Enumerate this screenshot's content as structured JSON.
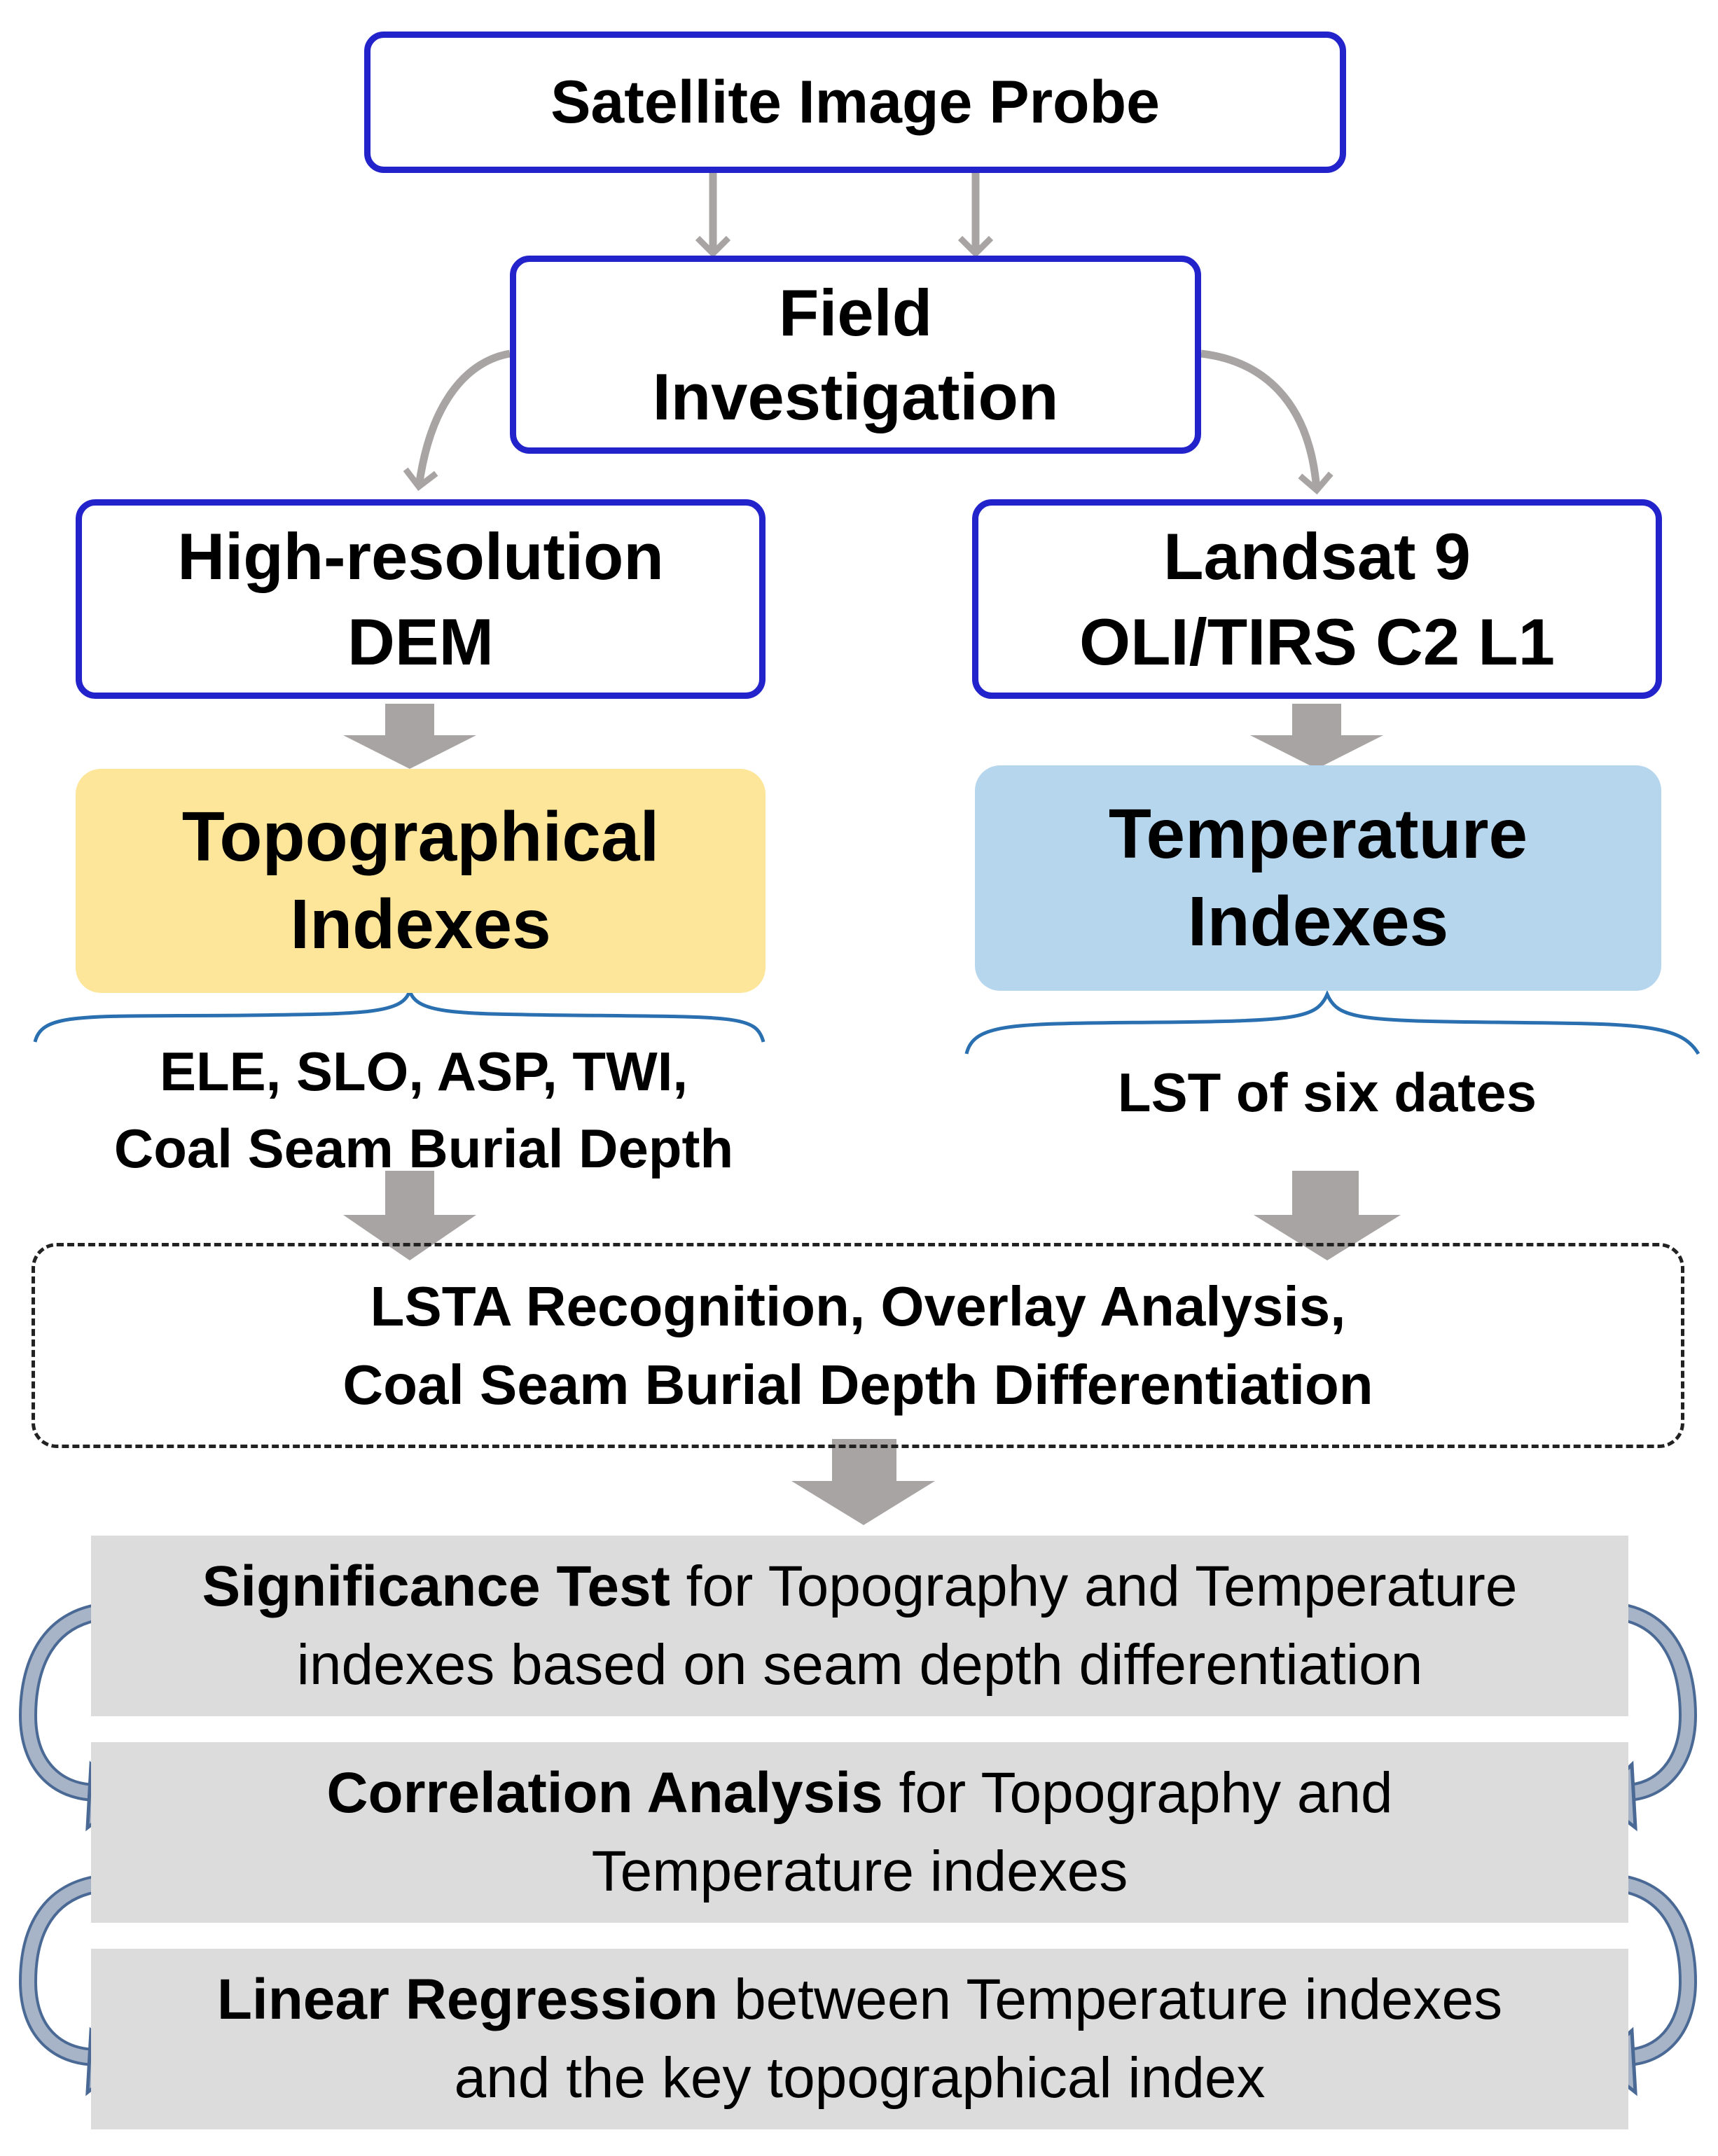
{
  "satellite": {
    "label": "Satellite Image Probe"
  },
  "field": {
    "line1": "Field",
    "line2": "Investigation"
  },
  "dem": {
    "line1": "High-resolution",
    "line2": "DEM"
  },
  "landsat": {
    "line1": "Landsat 9",
    "line2": "OLI/TIRS C2 L1"
  },
  "topo": {
    "line1": "Topographical",
    "line2": "Indexes",
    "color": "#fde699"
  },
  "temp": {
    "line1": "Temperature",
    "line2": "Indexes",
    "color": "#b6d6ee"
  },
  "topo_items": {
    "line1": "ELE, SLO, ASP, TWI,",
    "line2": "Coal Seam Burial Depth"
  },
  "temp_items": {
    "line1": "LST of six dates"
  },
  "analysis": {
    "line1": "LSTA Recognition, Overlay Analysis,",
    "line2": "Coal Seam Burial Depth Differentiation"
  },
  "steps": [
    {
      "bold": "Significance Test",
      "rest1": " for Topography and Temperature",
      "line2": "indexes based on seam depth differentiation"
    },
    {
      "bold": "Correlation Analysis",
      "rest1": " for Topography and",
      "line2": "Temperature indexes"
    },
    {
      "bold": "Linear Regression",
      "rest1": " between Temperature indexes",
      "line2": "and the key topographical index"
    }
  ],
  "colors": {
    "box_border": "#2323cc",
    "arrow": "#a8a4a4",
    "step_bg": "#dcdcdc",
    "loop_arrow": "#a7b4c8"
  }
}
